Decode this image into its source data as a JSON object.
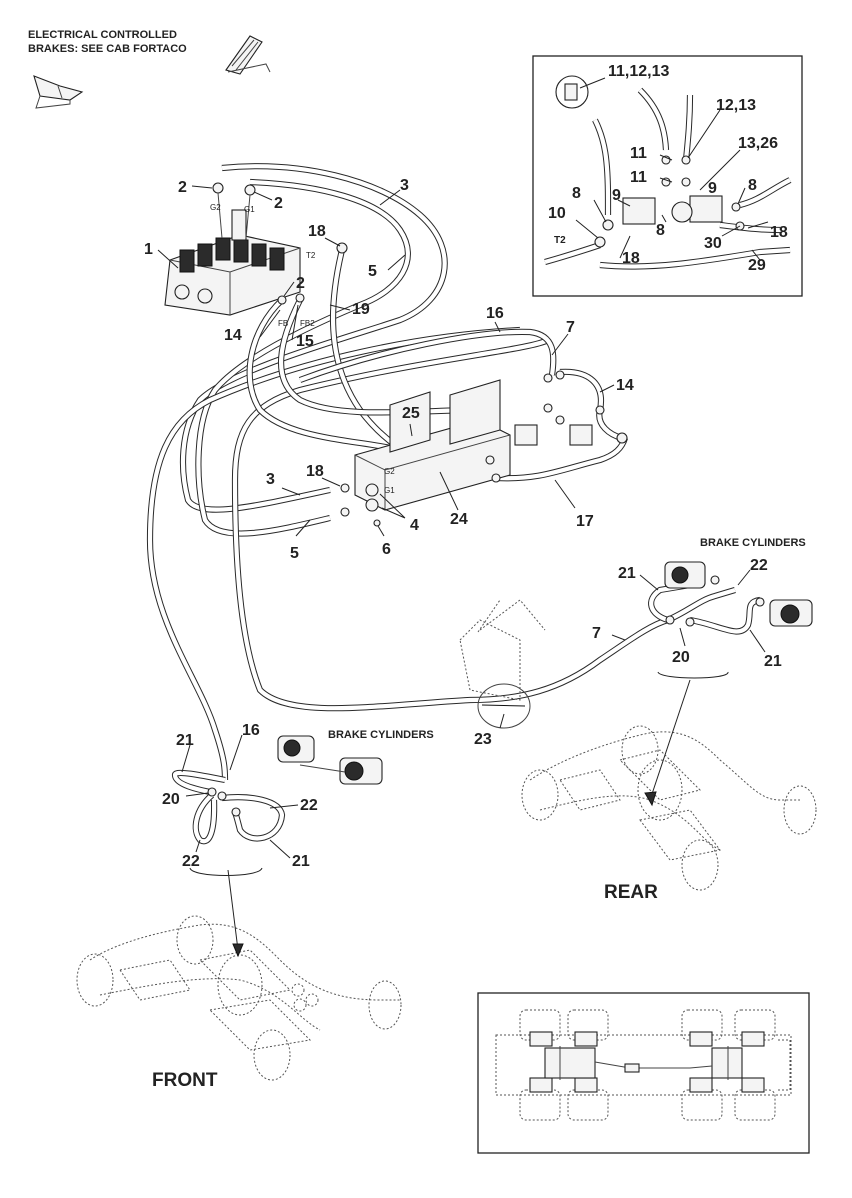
{
  "header": {
    "line1": "ELECTRICAL CONTROLLED",
    "line2": "BRAKES: SEE CAB FORTACO"
  },
  "inset": {
    "labels": {
      "a": "11,12,13",
      "b": "12,13",
      "c": "13,26",
      "d": "11",
      "e": "11",
      "f": "8",
      "g": "9",
      "h": "8",
      "i": "10",
      "j": "T2",
      "k": "18",
      "l": "8",
      "m": "9",
      "n": "30",
      "o": "18",
      "p": "29"
    }
  },
  "main_labels": {
    "l1": "1",
    "l2a": "2",
    "l2b": "2",
    "l2c": "2",
    "l3a": "3",
    "l3b": "3",
    "l4": "4",
    "l5a": "5",
    "l5b": "5",
    "l6": "6",
    "l7a": "7",
    "l7b": "7",
    "l14a": "14",
    "l14b": "14",
    "l15": "15",
    "l16a": "16",
    "l16b": "16",
    "l17": "17",
    "l18a": "18",
    "l18b": "18",
    "l19": "19",
    "l20a": "20",
    "l20b": "20",
    "l21a": "21",
    "l21b": "21",
    "l21c": "21",
    "l21d": "21",
    "l22a": "22",
    "l22b": "22",
    "l22c": "22",
    "l23": "23",
    "l24": "24",
    "l25": "25"
  },
  "small_labels": {
    "g2": "G2",
    "g1": "G1",
    "t2": "T2",
    "fb": "FB",
    "fb2": "FB2",
    "g2b": "G2",
    "g1b": "G1"
  },
  "captions": {
    "brake_cylinders_rear": "BRAKE CYLINDERS",
    "brake_cylinders_front": "BRAKE CYLINDERS",
    "rear": "REAR",
    "front": "FRONT"
  }
}
